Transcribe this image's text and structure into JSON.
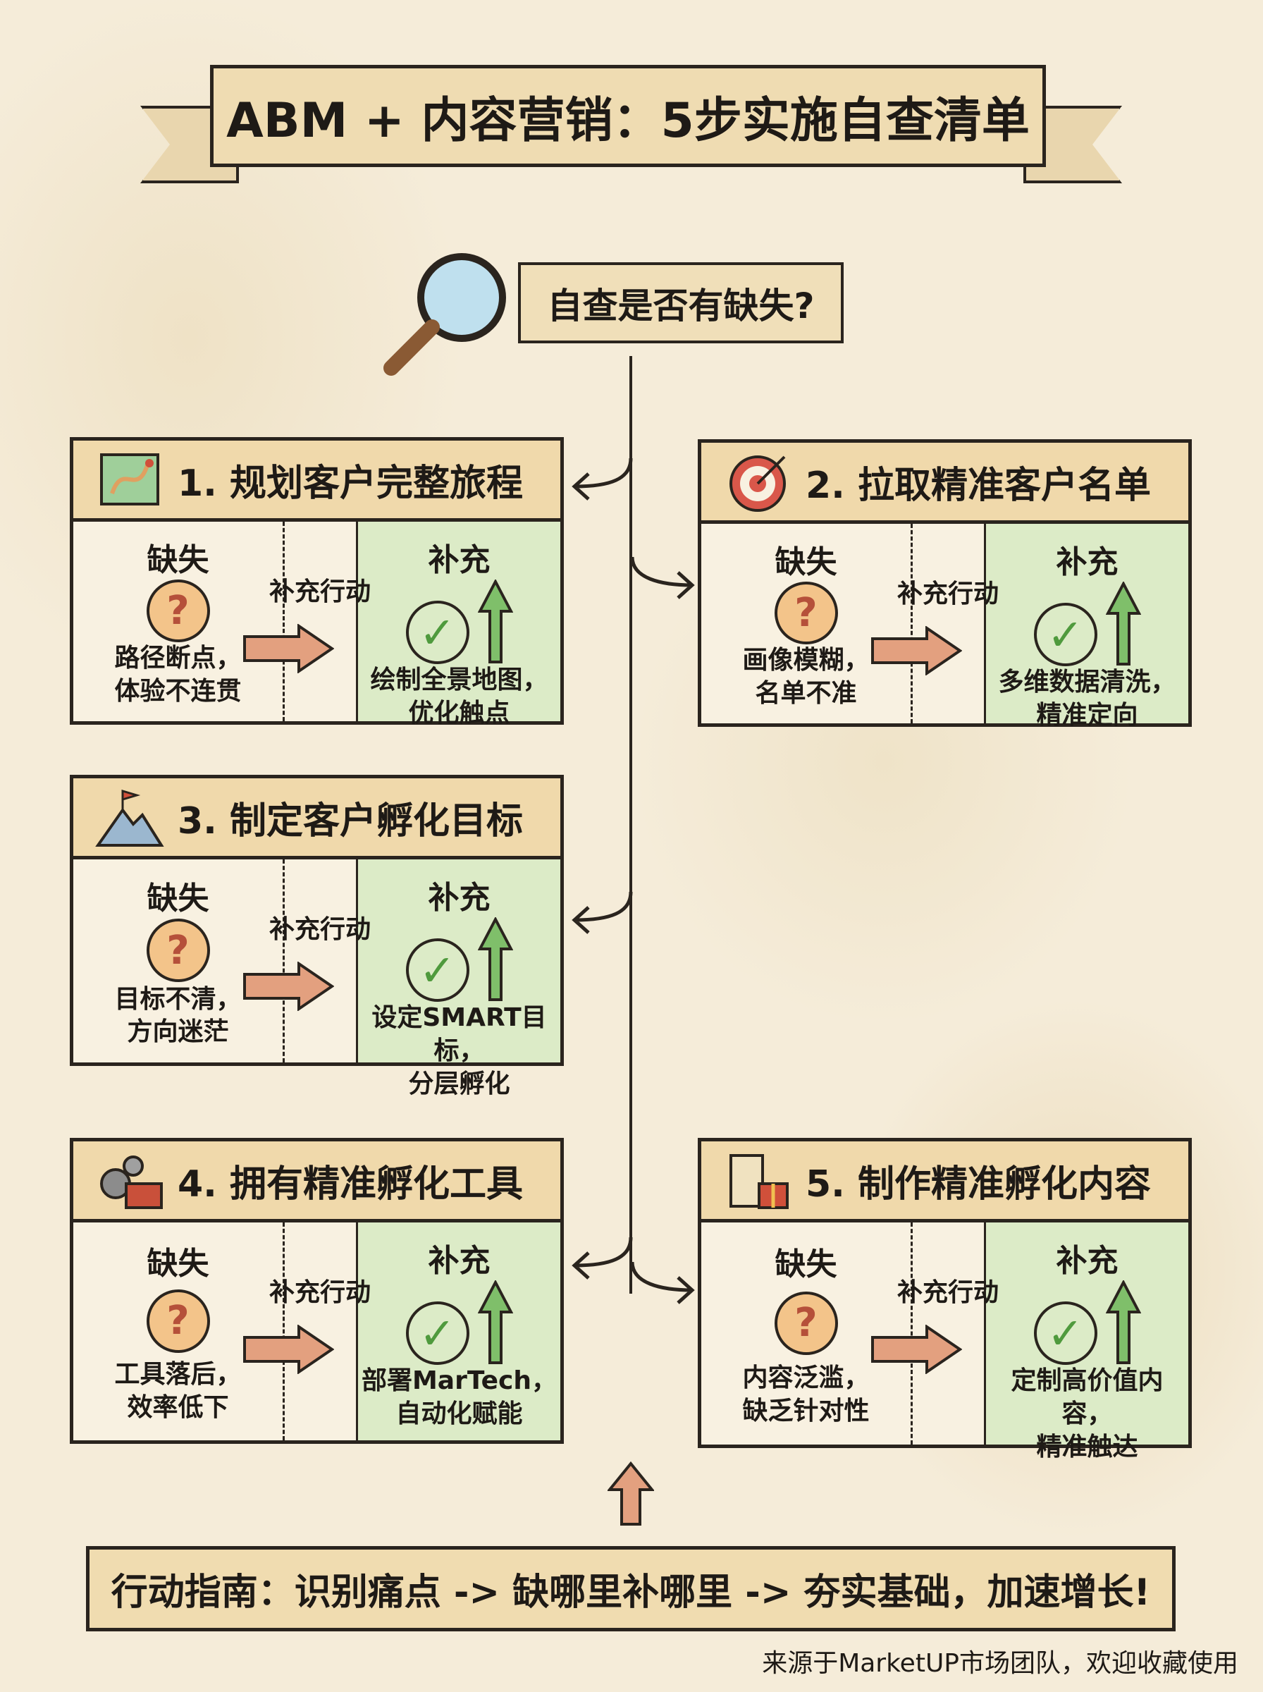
{
  "title": "ABM + 内容营销：5步实施自查清单",
  "check_prompt": "自查是否有缺失?",
  "labels": {
    "missing": "缺失",
    "action": "补充行动",
    "add": "补充"
  },
  "steps": [
    {
      "title": "1. 规划客户完整旅程",
      "icon": "map-icon",
      "missing": "路径断点，\n体验不连贯",
      "add": "绘制全景地图，\n优化触点"
    },
    {
      "title": "2. 拉取精准客户名单",
      "icon": "target-icon",
      "missing": "画像模糊，\n名单不准",
      "add": "多维数据清洗，\n精准定向"
    },
    {
      "title": "3. 制定客户孵化目标",
      "icon": "mountain-flag-icon",
      "missing": "目标不清，\n方向迷茫",
      "add": "设定SMART目标，\n分层孵化"
    },
    {
      "title": "4. 拥有精准孵化工具",
      "icon": "gears-toolbox-icon",
      "missing": "工具落后，\n效率低下",
      "add": "部署MarTech，\n自动化赋能"
    },
    {
      "title": "5. 制作精准孵化内容",
      "icon": "scroll-gift-icon",
      "missing": "内容泛滥，\n缺乏针对性",
      "add": "定制高价值内容，\n精准触达"
    }
  ],
  "guide": "行动指南：识别痛点 -> 缺哪里补哪里 -> 夯实基础，加速增长!",
  "footer": "来源于MarketUP市场团队，欢迎收藏使用",
  "colors": {
    "paper": "#f5ecd9",
    "header": "#f0d9ab",
    "green": "#dcebc7",
    "ink": "#2a241e"
  }
}
